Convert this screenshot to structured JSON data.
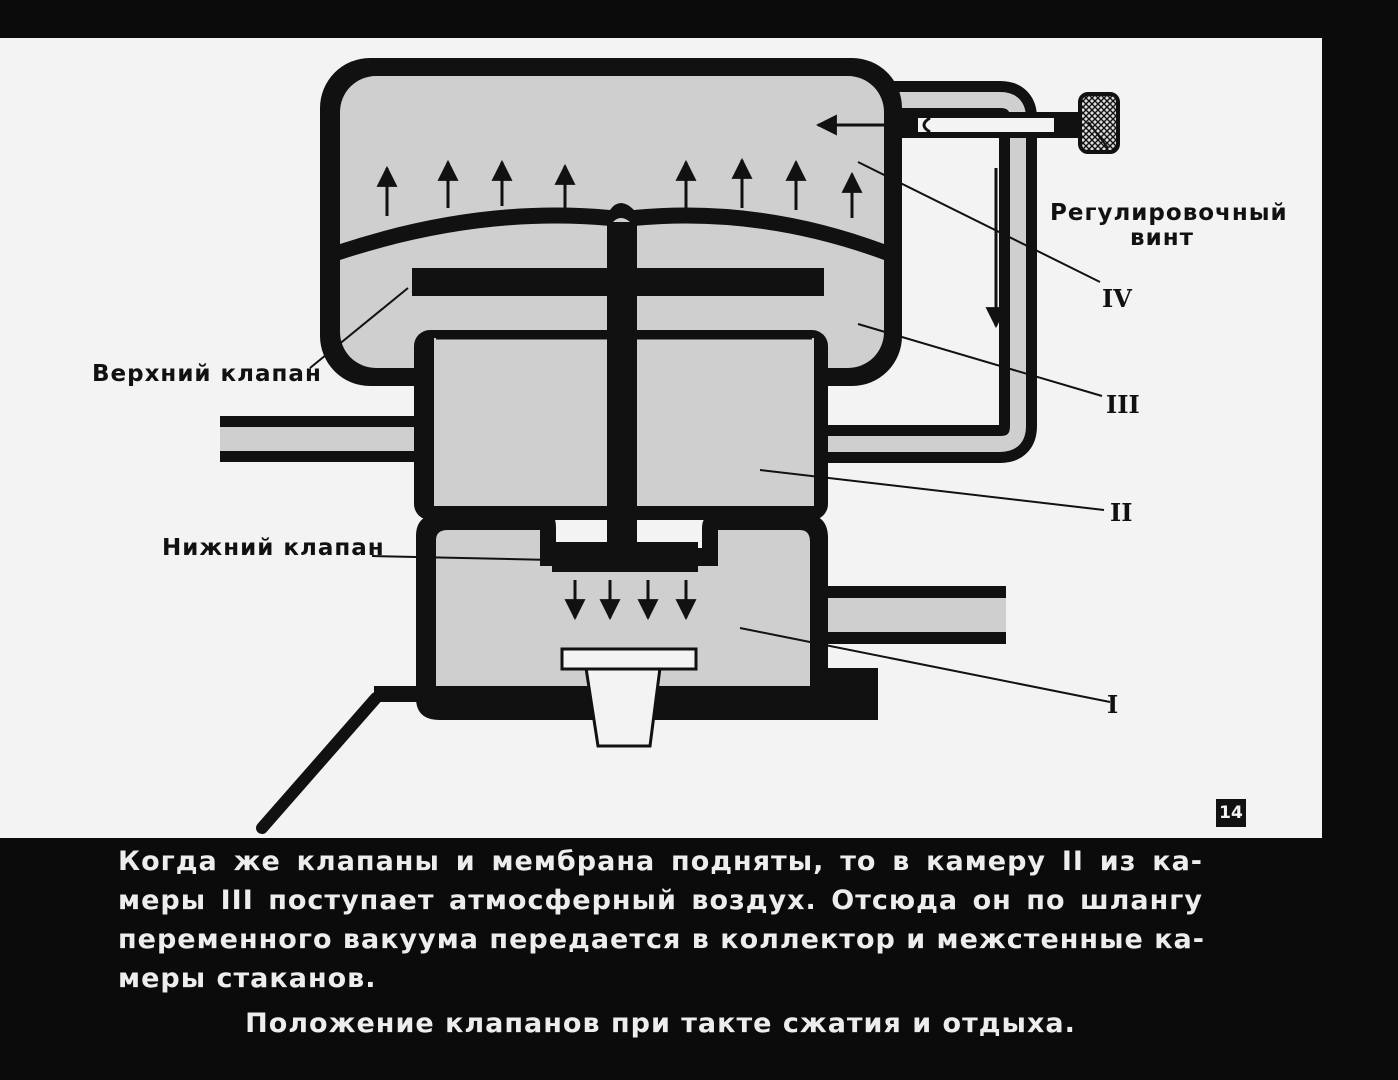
{
  "labels": {
    "regulating_screw": [
      "Регулировочный",
      "винт"
    ],
    "upper_valve": "Верхний клапан",
    "lower_valve": "Нижний клапан",
    "chamber_iv": "IV",
    "chamber_iii": "III",
    "chamber_ii": "II",
    "chamber_i": "I"
  },
  "slide_number": "14",
  "caption": {
    "lines": [
      "Когда же клапаны и мембрана подняты, то в камеру II из ка-",
      "меры III поступает атмосферный воздух. Отсюда он по шлангу",
      "переменного вакуума передается в коллектор и межстенные ка-",
      "меры стаканов."
    ],
    "subtitle": "Положение клапанов при такте сжатия и отдыха."
  },
  "colors": {
    "ink": "#111111",
    "fill": "#cfcfcf",
    "paper": "#f3f3f3",
    "background": "#0b0b0b"
  }
}
